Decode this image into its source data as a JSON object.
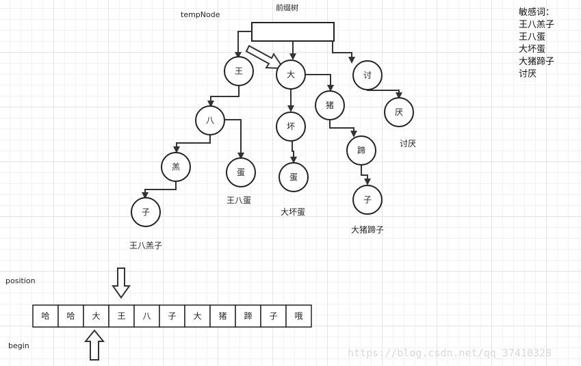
{
  "diagram": {
    "title": "前缀树",
    "tempnode_label": "tempNode",
    "nodes": {
      "wang": "王",
      "da": "大",
      "tao": "讨",
      "ba": "八",
      "huai": "坏",
      "zhu": "猪",
      "yan": "厌",
      "gao": "羔",
      "dan1": "蛋",
      "dan2": "蛋",
      "ti": "蹄",
      "zi1": "子",
      "zi2": "子"
    },
    "words": {
      "wangbadan": "王八蛋",
      "dahuaidan": "大坏蛋",
      "taoyan": "讨厌",
      "dazhutizi": "大猪蹄子",
      "wangbagaozi": "王八羔子"
    }
  },
  "sensitive_words": {
    "title": "敏感词：",
    "items": [
      "王八羔子",
      "王八蛋",
      "大坏蛋",
      "大猪蹄子",
      "讨厌"
    ]
  },
  "array": {
    "position_label": "position",
    "begin_label": "begin",
    "cells": [
      "哈",
      "哈",
      "大",
      "王",
      "八",
      "子",
      "大",
      "猪",
      "蹄",
      "子",
      "哦"
    ]
  },
  "watermark": "https://blog.csdn.net/qq_37410328"
}
